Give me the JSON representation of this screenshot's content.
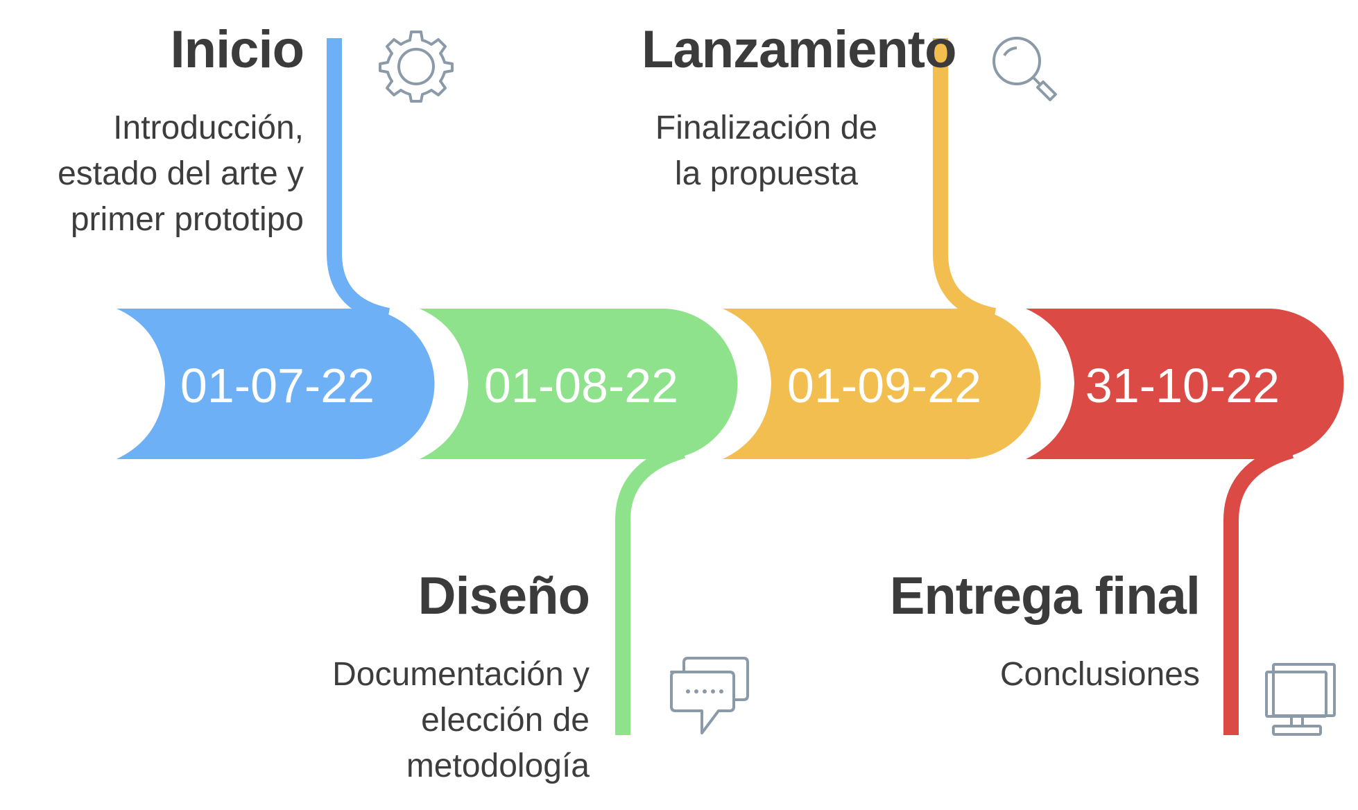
{
  "milestones": [
    {
      "date": "01-07-22",
      "title": "Inicio",
      "description": "Introducción,\nestado del arte y\nprimer prototipo",
      "color": "#6eb0f5",
      "icon": "gear-icon"
    },
    {
      "date": "01-08-22",
      "title": "Diseño",
      "description": "Documentación y\nelección de\nmetodología",
      "color": "#8ee28c",
      "icon": "chat-icon"
    },
    {
      "date": "01-09-22",
      "title": "Lanzamiento",
      "description": "Finalización de\nla propuesta",
      "color": "#f2be4f",
      "icon": "magnifier-icon"
    },
    {
      "date": "31-10-22",
      "title": "Entrega final",
      "description": "Conclusiones",
      "color": "#db4a44",
      "icon": "monitor-icon"
    }
  ],
  "icon_color": "#8b9aa8"
}
